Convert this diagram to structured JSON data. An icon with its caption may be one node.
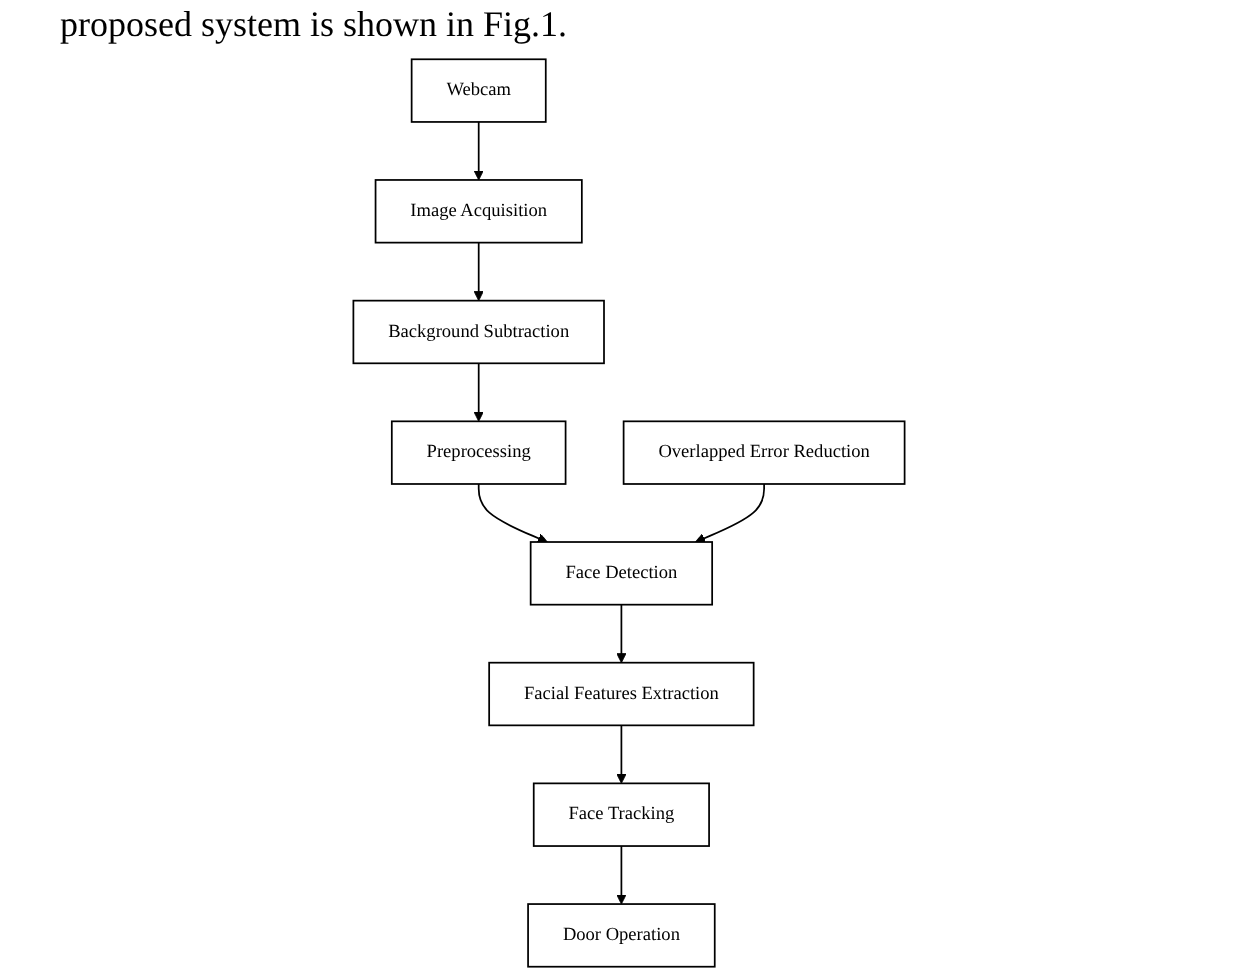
{
  "diagram": {
    "nodes": [
      {
        "text": [
          "Webcam"
        ]
      },
      {
        "text": [
          "Image Acquisition"
        ]
      },
      {
        "text": [
          "Background Subtraction"
        ]
      },
      {
        "text": [
          "Preprocessing"
        ]
      },
      {
        "text": [
          "Overlapped Error Reduction"
        ]
      },
      {
        "text": [
          "Face Detection"
        ]
      },
      {
        "text": [
          "Facial Features Extraction"
        ]
      },
      {
        "text": [
          "Face Tracking"
        ]
      },
      {
        "text": [
          "Door Operation"
        ]
      }
    ],
    "edges": [
      {
        "from": 0,
        "to": 1,
        "arrow": "to"
      },
      {
        "from": 1,
        "to": 2,
        "arrow": "to"
      },
      {
        "from": 2,
        "to": 3,
        "arrow": "to"
      },
      {
        "from": 3,
        "to": 5,
        "arrow": "to"
      },
      {
        "from": 4,
        "to": 5,
        "arrow": "to"
      },
      {
        "from": 5,
        "to": 6,
        "arrow": "to"
      },
      {
        "from": 6,
        "to": 7,
        "arrow": "to"
      },
      {
        "from": 7,
        "to": 8,
        "arrow": "to"
      }
    ],
    "labels": [
      "proposed system is shown in Fig.1."
    ]
  }
}
